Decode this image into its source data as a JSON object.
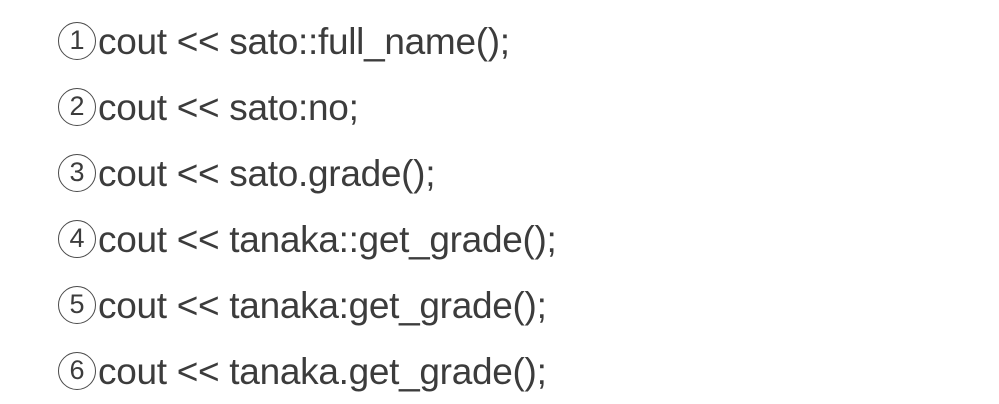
{
  "document": {
    "background_color": "#ffffff",
    "text_color": "#3c3c3c",
    "language": "cpp",
    "lines": [
      {
        "marker": "①",
        "marker_plain": "1",
        "code": "cout << sato::full_name();"
      },
      {
        "marker": "②",
        "marker_plain": "2",
        "code": "cout << sato:no;"
      },
      {
        "marker": "③",
        "marker_plain": "3",
        "code": "cout << sato.grade();"
      },
      {
        "marker": "④",
        "marker_plain": "4",
        "code": "cout << tanaka::get_grade();"
      },
      {
        "marker": "⑤",
        "marker_plain": "5",
        "code": "cout << tanaka:get_grade();"
      },
      {
        "marker": "⑥",
        "marker_plain": "6",
        "code": "cout << tanaka.get_grade();"
      }
    ]
  }
}
